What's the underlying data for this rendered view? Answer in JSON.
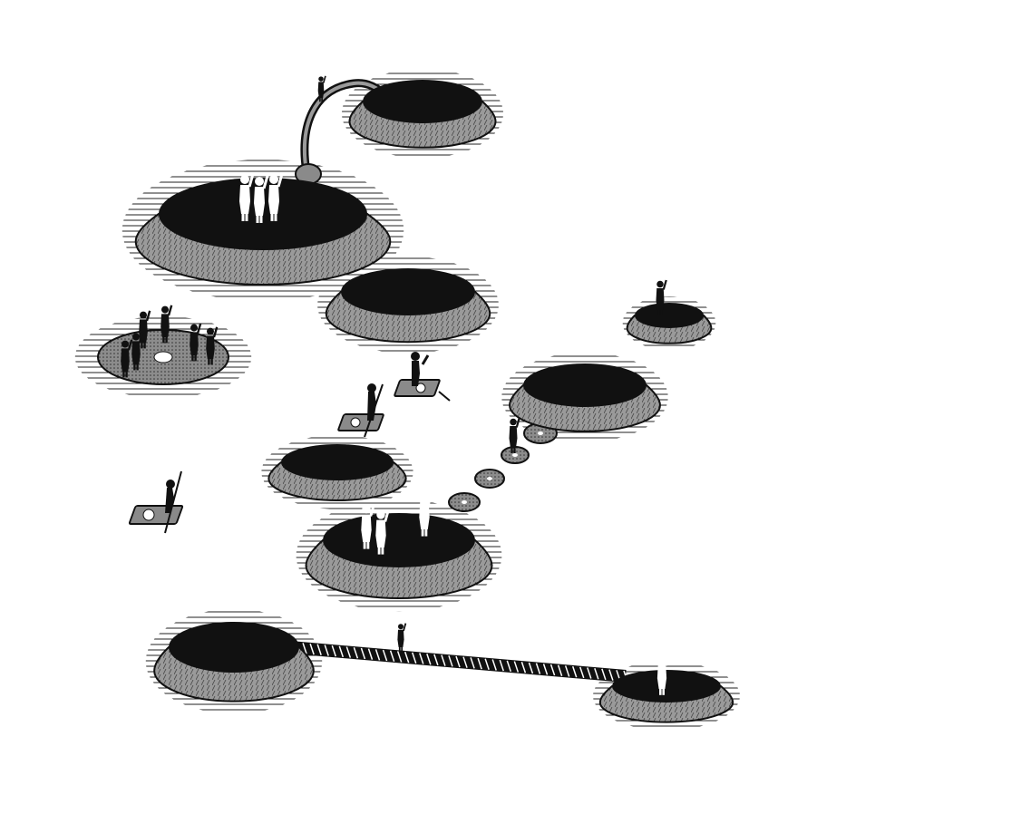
{
  "colors": {
    "background": "#ffffff",
    "ink": "#111111",
    "rim": "#8a8a8a",
    "rim_dark": "#555555",
    "figure_light": "#ffffff",
    "water_line": "#222222"
  },
  "scene": {
    "islands": [
      {
        "id": "top-small-island",
        "figures": "none",
        "feature": "pipe-opening"
      },
      {
        "id": "large-island-upper-left",
        "figures": "three-white-figures-waving"
      },
      {
        "id": "middle-empty-island",
        "figures": "none"
      },
      {
        "id": "flat-disc-island-left",
        "figures": "group-of-dark-figures-around-record"
      },
      {
        "id": "small-island-right",
        "figures": "one-dark-figure"
      },
      {
        "id": "island-right-center",
        "figures": "none"
      },
      {
        "id": "small-island-center-left",
        "figures": "none"
      },
      {
        "id": "island-center-lower",
        "figures": "three-white-figures"
      },
      {
        "id": "island-bottom-left",
        "figures": "none"
      },
      {
        "id": "island-bottom-right",
        "figures": "one-white-figure-waving"
      }
    ],
    "connectors": [
      "curved-pipe-bridge",
      "stepping-stone-records",
      "plank-bridge"
    ],
    "rafts": [
      "raft-with-rower-left",
      "raft-with-rower-center",
      "raft-with-figure-center-right"
    ]
  }
}
